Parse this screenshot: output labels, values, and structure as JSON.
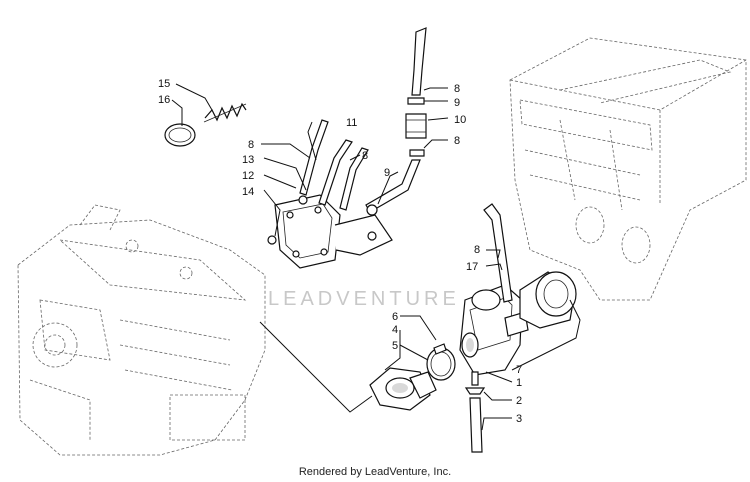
{
  "diagram": {
    "watermark": "LEADVENTURE",
    "footer": "Rendered by LeadVenture, Inc.",
    "callouts": [
      "1",
      "2",
      "3",
      "4",
      "5",
      "6",
      "7",
      "8",
      "9",
      "10",
      "11",
      "12",
      "13",
      "14",
      "15",
      "16",
      "17"
    ],
    "callout_8_extra": [
      "8",
      "8",
      "8"
    ],
    "callout_9_extra": [
      "9"
    ]
  }
}
